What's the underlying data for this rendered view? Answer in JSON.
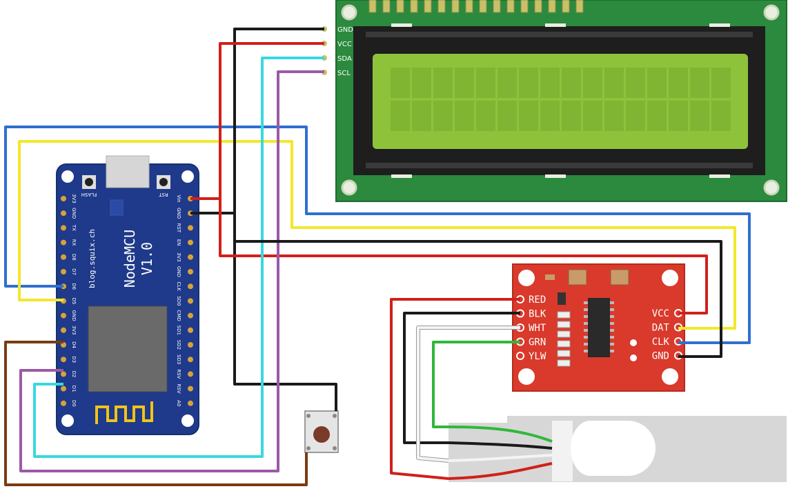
{
  "lcd": {
    "pins": [
      "GND",
      "VCC",
      "SDA",
      "SCL"
    ],
    "colors": {
      "board": "#2b8a3e",
      "bezel": "#222222",
      "screen": "#8fc23b",
      "screen_cell": "#7fb532"
    }
  },
  "nodemcu": {
    "title_line1": "NodeMCU",
    "title_line2": "V1.0",
    "credit": "blog.squix.ch",
    "flash_label": "FLASH",
    "rst_label": "RST",
    "left_pins": [
      "3V3",
      "GND",
      "TX",
      "RX",
      "D8",
      "D7",
      "D6",
      "D5",
      "GND",
      "3V3",
      "D4",
      "D3",
      "D2",
      "D1",
      "D0"
    ],
    "right_pins": [
      "Vin",
      "GND",
      "RST",
      "EN",
      "3V3",
      "GND",
      "CLK",
      "SD0",
      "CMD",
      "SD1",
      "SD2",
      "SD3",
      "RSV",
      "RSV",
      "A0"
    ],
    "color": "#1f3a8a"
  },
  "hx711": {
    "left_pins": [
      "RED",
      "BLK",
      "WHT",
      "GRN",
      "YLW"
    ],
    "right_pins": [
      "VCC",
      "DAT",
      "CLK",
      "GND"
    ],
    "color": "#d93a2b"
  },
  "wire_colors": {
    "black": "#1a1a1a",
    "red": "#d0201a",
    "cyan": "#38d8e0",
    "purple": "#9b59a6",
    "blue": "#2f6fd0",
    "yellow": "#f2e82a",
    "brown": "#7a3b12",
    "green": "#2fb83a",
    "white": "#e8e8e8"
  }
}
